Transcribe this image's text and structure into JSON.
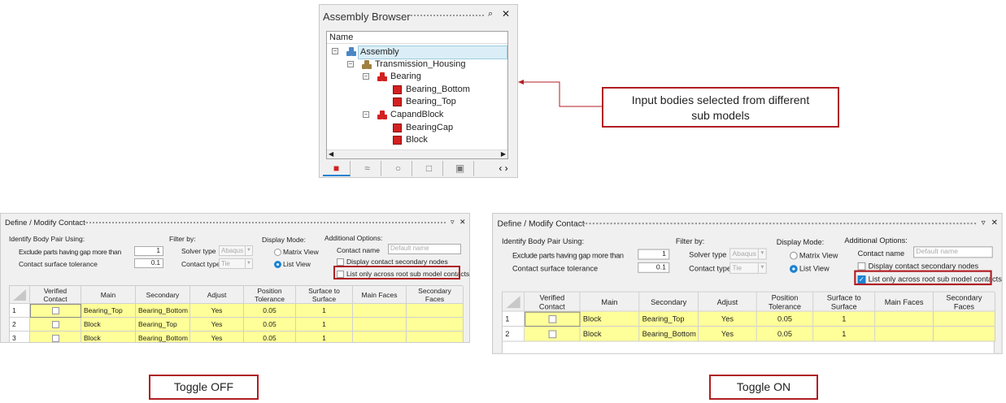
{
  "assembly_browser": {
    "title": "Assembly Browser",
    "column_header": "Name",
    "tree": [
      {
        "label": "Assembly",
        "level": 0,
        "icon": "assembly-icon",
        "expanded": true,
        "selected": true
      },
      {
        "label": "Transmission_Housing",
        "level": 1,
        "icon": "submodel-icon",
        "expanded": true
      },
      {
        "label": "Bearing",
        "level": 2,
        "icon": "part-group-icon",
        "expanded": true
      },
      {
        "label": "Bearing_Bottom",
        "level": 3,
        "icon": "part-icon"
      },
      {
        "label": "Bearing_Top",
        "level": 3,
        "icon": "part-icon"
      },
      {
        "label": "CapandBlock",
        "level": 2,
        "icon": "part-group-icon",
        "expanded": true
      },
      {
        "label": "BearingCap",
        "level": 3,
        "icon": "part-icon"
      },
      {
        "label": "Block",
        "level": 3,
        "icon": "part-icon"
      }
    ],
    "tabs": [
      "model-tab-icon",
      "loads-tab-icon",
      "parts-tab-icon",
      "materials-tab-icon",
      "properties-tab-icon"
    ]
  },
  "callout": {
    "line1": "Input  bodies selected from different",
    "line2": "sub models"
  },
  "panels": [
    {
      "id": "off",
      "title": "Define / Modify Contact",
      "identify_label": "Identify Body Pair Using:",
      "gap_label": "Exclude parts having gap more than",
      "gap_value": "1",
      "tol_label": "Contact surface tolerance",
      "tol_value": "0.1",
      "filter_label": "Filter by:",
      "solver_label": "Solver type",
      "solver_value": "Abaqus",
      "ctype_label": "Contact type",
      "ctype_value": "Tie",
      "display_label": "Display Mode:",
      "matrix_label": "Matrix View",
      "list_label": "List View",
      "additional_label": "Additional Options:",
      "cname_label": "Contact name",
      "cname_placeholder": "Default name",
      "secondary_nodes_label": "Display contact secondary nodes",
      "root_only_label": "List only across root sub model contacts",
      "root_only_checked": false,
      "columns": [
        "Verified Contact",
        "Main",
        "Secondary",
        "Adjust",
        "Position Tolerance",
        "Surface to Surface",
        "Main Faces",
        "Secondary Faces"
      ],
      "rows": [
        {
          "n": "1",
          "main": "Bearing_Top",
          "secondary": "Bearing_Bottom",
          "adjust": "Yes",
          "pos": "0.05",
          "s2s": "1"
        },
        {
          "n": "2",
          "main": "Block",
          "secondary": "Bearing_Top",
          "adjust": "Yes",
          "pos": "0.05",
          "s2s": "1"
        },
        {
          "n": "3",
          "main": "Block",
          "secondary": "Bearing_Bottom",
          "adjust": "Yes",
          "pos": "0.05",
          "s2s": "1"
        }
      ],
      "caption": "Toggle OFF"
    },
    {
      "id": "on",
      "title": "Define / Modify Contact",
      "identify_label": "Identify Body Pair Using:",
      "gap_label": "Exclude parts having gap more than",
      "gap_value": "1",
      "tol_label": "Contact surface tolerance",
      "tol_value": "0.1",
      "filter_label": "Filter by:",
      "solver_label": "Solver type",
      "solver_value": "Abaqus",
      "ctype_label": "Contact type",
      "ctype_value": "Tie",
      "display_label": "Display Mode:",
      "matrix_label": "Matrix View",
      "list_label": "List View",
      "additional_label": "Additional Options:",
      "cname_label": "Contact name",
      "cname_placeholder": "Default name",
      "secondary_nodes_label": "Display contact secondary nodes",
      "root_only_label": "List only across root sub model contacts",
      "root_only_checked": true,
      "columns": [
        "Verified Contact",
        "Main",
        "Secondary",
        "Adjust",
        "Position Tolerance",
        "Surface to Surface",
        "Main Faces",
        "Secondary Faces"
      ],
      "rows": [
        {
          "n": "1",
          "main": "Block",
          "secondary": "Bearing_Top",
          "adjust": "Yes",
          "pos": "0.05",
          "s2s": "1"
        },
        {
          "n": "2",
          "main": "Block",
          "secondary": "Bearing_Bottom",
          "adjust": "Yes",
          "pos": "0.05",
          "s2s": "1"
        }
      ],
      "caption": "Toggle ON"
    }
  ],
  "colors": {
    "accent": "#1a83d4",
    "highlight_red": "#b01e23",
    "row_yellow": "#ffff99"
  }
}
